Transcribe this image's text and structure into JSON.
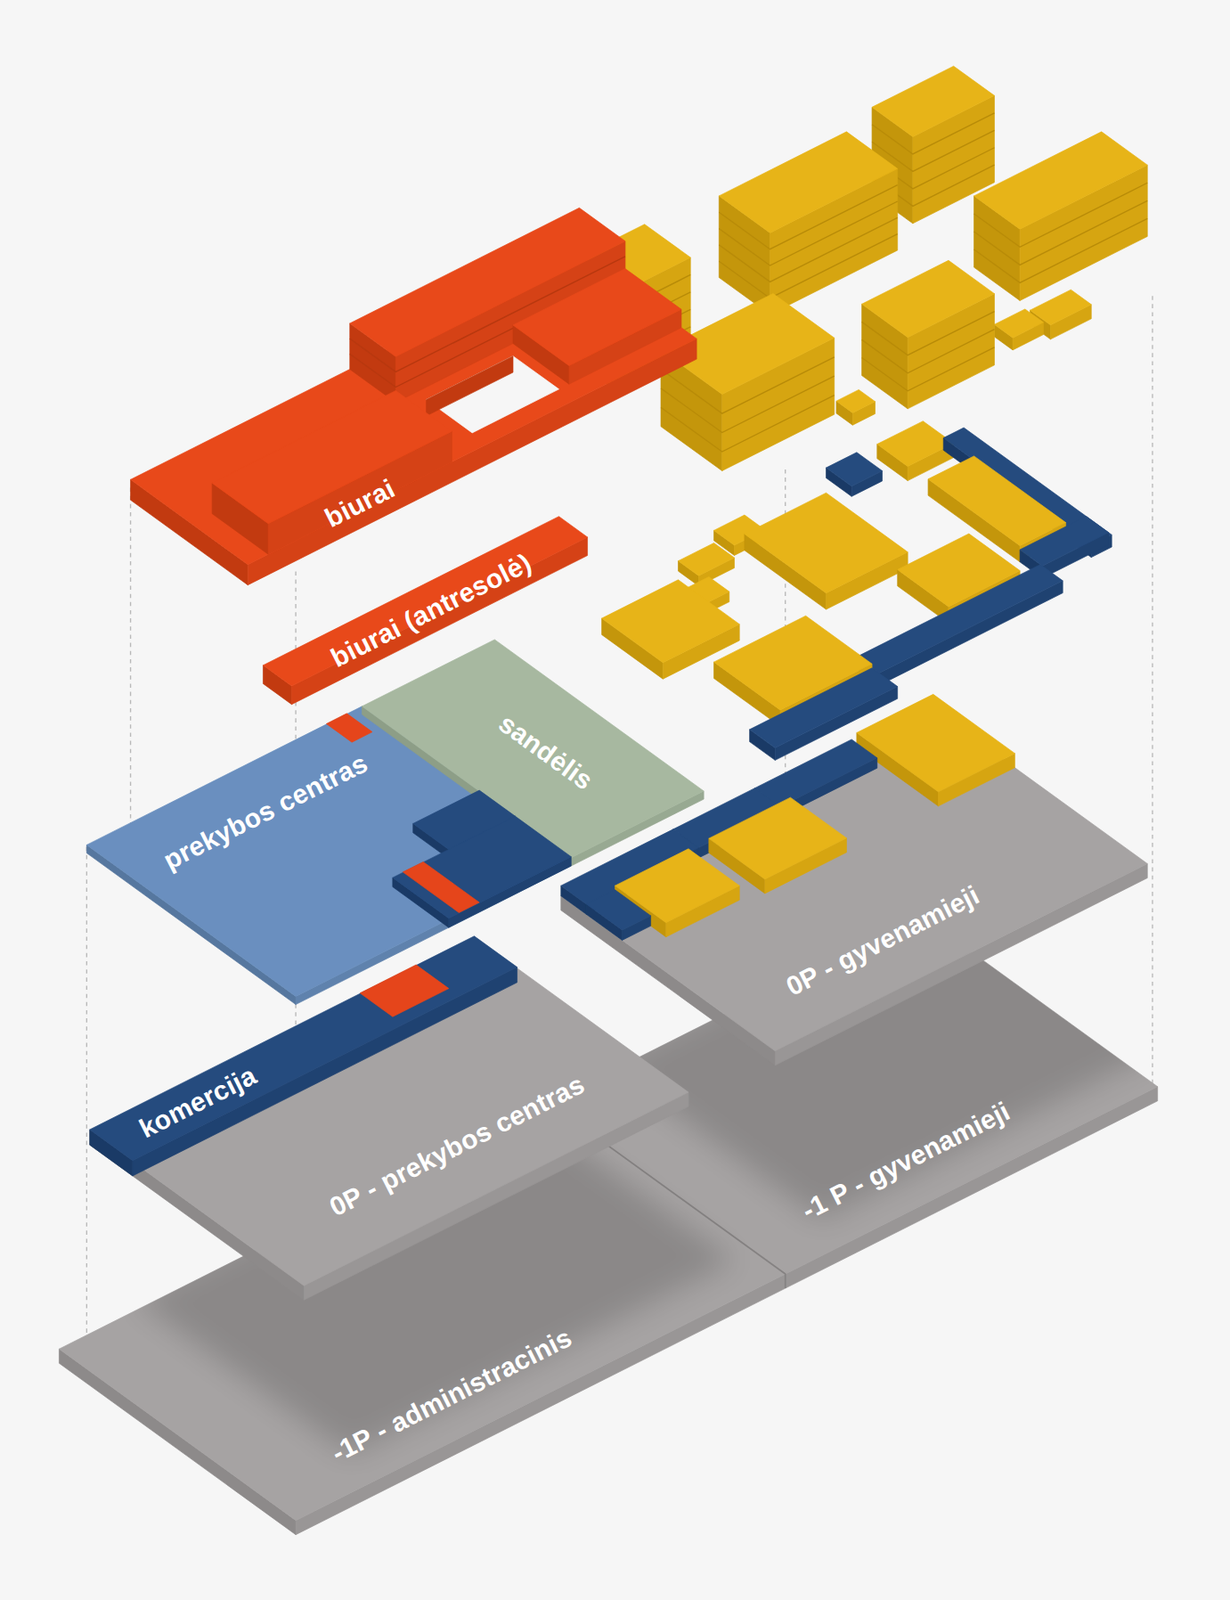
{
  "diagram": {
    "nodes": [
      {
        "text": [
          "biurai"
        ]
      },
      {
        "text": [
          "biurai (antresolė)"
        ]
      },
      {
        "text": [
          "prekybos centras"
        ]
      },
      {
        "text": [
          "sandėlis"
        ]
      },
      {
        "text": [
          "komercija"
        ]
      },
      {
        "text": [
          "0P - prekybos centras"
        ]
      },
      {
        "text": [
          "0P - gyvenamieji"
        ]
      },
      {
        "text": [
          "-1 P - gyvenamieji"
        ]
      },
      {
        "text": [
          "-1P - administracinis"
        ]
      }
    ]
  }
}
